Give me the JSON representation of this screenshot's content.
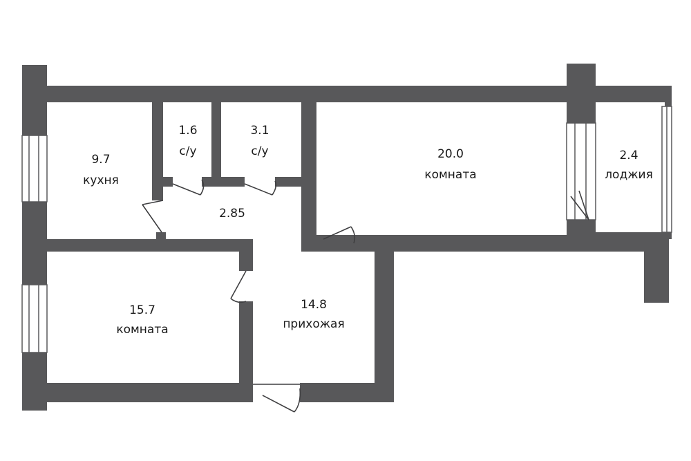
{
  "rooms": {
    "kitchen": {
      "area": "9.7",
      "name": "кухня"
    },
    "wc1": {
      "area": "1.6",
      "name": "с/у"
    },
    "wc2": {
      "area": "3.1",
      "name": "с/у"
    },
    "room_big": {
      "area": "20.0",
      "name": "комната"
    },
    "loggia": {
      "area": "2.4",
      "name": "лоджия"
    },
    "corridor": {
      "area": "2.85"
    },
    "room_small": {
      "area": "15.7",
      "name": "комната"
    },
    "hallway": {
      "area": "14.8",
      "name": "прихожая"
    }
  },
  "colors": {
    "wall": "#58585a",
    "background": "#ffffff",
    "text": "#1a1a1a"
  }
}
